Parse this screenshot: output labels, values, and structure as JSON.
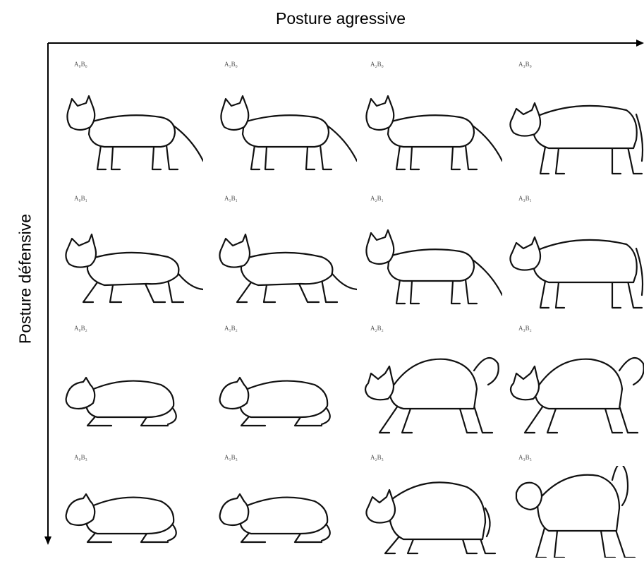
{
  "axes": {
    "x_title": "Posture agressive",
    "y_title": "Posture défensive"
  },
  "grid": {
    "rows": [
      {
        "cells": [
          {
            "label": "A₀B₀",
            "pose": "standing"
          },
          {
            "label": "A₁B₀",
            "pose": "standing"
          },
          {
            "label": "A₂B₀",
            "pose": "standing"
          },
          {
            "label": "A₃B₀",
            "pose": "standing-tall"
          }
        ]
      },
      {
        "cells": [
          {
            "label": "A₀B₁",
            "pose": "crouch-walk"
          },
          {
            "label": "A₁B₁",
            "pose": "crouch-walk"
          },
          {
            "label": "A₂B₁",
            "pose": "standing"
          },
          {
            "label": "A₃B₁",
            "pose": "standing-tall"
          }
        ]
      },
      {
        "cells": [
          {
            "label": "A₀B₂",
            "pose": "lying"
          },
          {
            "label": "A₁B₂",
            "pose": "lying"
          },
          {
            "label": "A₂B₂",
            "pose": "arched"
          },
          {
            "label": "A₃B₂",
            "pose": "arched"
          }
        ]
      },
      {
        "cells": [
          {
            "label": "A₀B₃",
            "pose": "lying"
          },
          {
            "label": "A₁B₃",
            "pose": "lying"
          },
          {
            "label": "A₂B₃",
            "pose": "hunched"
          },
          {
            "label": "A₃B₃",
            "pose": "arched-high"
          }
        ]
      }
    ]
  }
}
